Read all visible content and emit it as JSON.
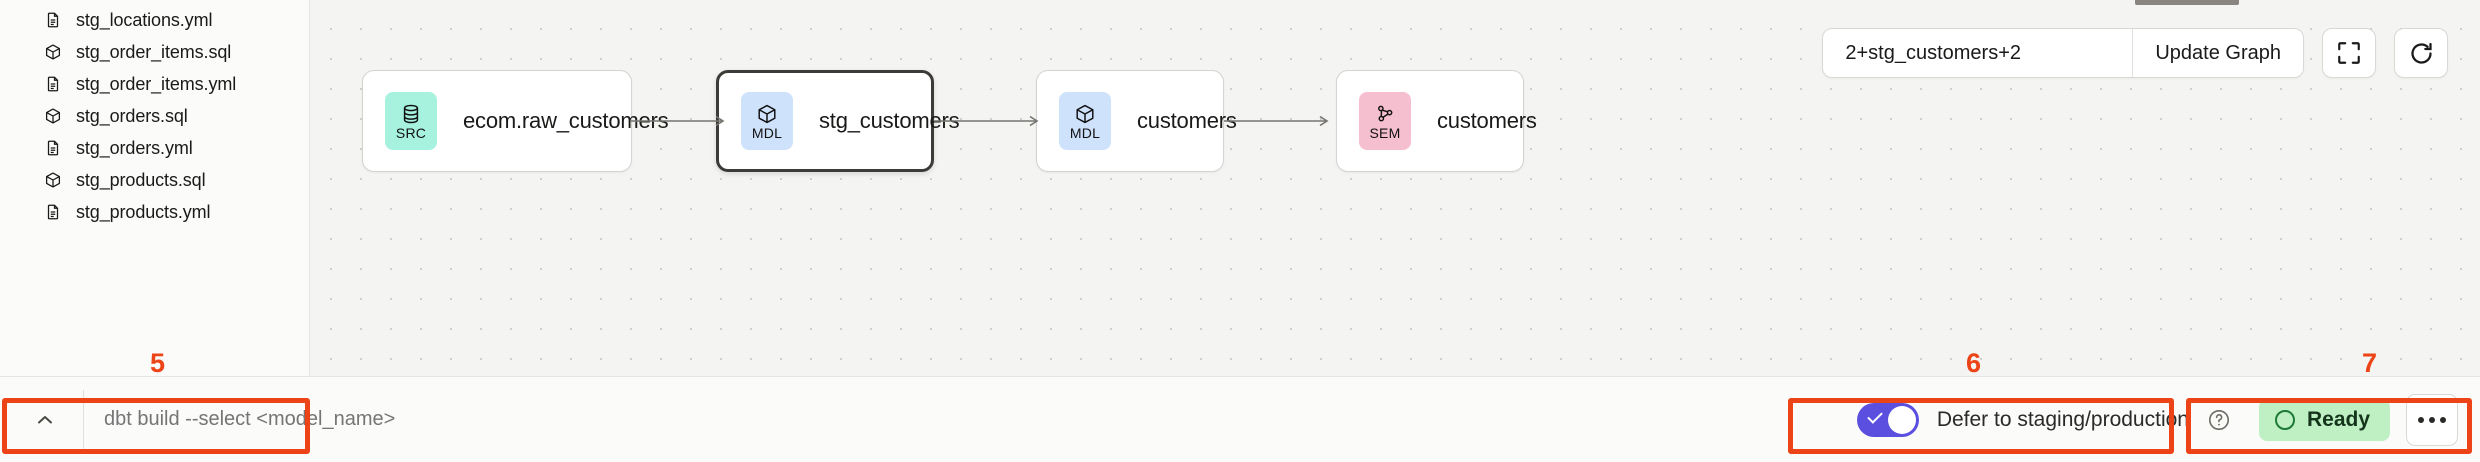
{
  "sidebar": {
    "files": [
      {
        "name": "stg_locations.yml",
        "icon": "file-yml-icon"
      },
      {
        "name": "stg_order_items.sql",
        "icon": "cube-sql-icon"
      },
      {
        "name": "stg_order_items.yml",
        "icon": "file-yml-icon"
      },
      {
        "name": "stg_orders.sql",
        "icon": "cube-sql-icon"
      },
      {
        "name": "stg_orders.yml",
        "icon": "file-yml-icon"
      },
      {
        "name": "stg_products.sql",
        "icon": "cube-sql-icon"
      },
      {
        "name": "stg_products.yml",
        "icon": "file-yml-icon"
      }
    ]
  },
  "graph_toolbar": {
    "selector_value": "2+stg_customers+2",
    "selector_placeholder": "2+stg_customers+2",
    "update_label": "Update Graph",
    "fit_icon": "fit-to-screen-icon",
    "refresh_icon": "refresh-icon"
  },
  "graph": {
    "nodes": [
      {
        "badge": "SRC",
        "badge_icon": "database-icon",
        "label": "ecom.raw_customers",
        "selected": false
      },
      {
        "badge": "MDL",
        "badge_icon": "cube-icon",
        "label": "stg_customers",
        "selected": true
      },
      {
        "badge": "MDL",
        "badge_icon": "cube-icon",
        "label": "customers",
        "selected": false
      },
      {
        "badge": "SEM",
        "badge_icon": "semantic-graph-icon",
        "label": "customers",
        "selected": false
      }
    ]
  },
  "command_bar": {
    "collapse_icon": "chevron-up-icon",
    "placeholder": "dbt build --select <model_name>",
    "value": ""
  },
  "status_bar": {
    "defer_label": "Defer to staging/production",
    "defer_enabled": true,
    "help_icon": "help-circle-icon",
    "status_text": "Ready",
    "status_icon": "circle-icon",
    "more_icon": "more-horizontal-icon"
  },
  "annotations": [
    {
      "id": "5",
      "label": "5"
    },
    {
      "id": "6",
      "label": "6"
    },
    {
      "id": "7",
      "label": "7"
    }
  ],
  "colors": {
    "annotation": "#ec4416",
    "toggle_on": "#5b4fe0",
    "status_bg": "#bff0c4",
    "badge_src": "#a6f2df",
    "badge_mdl": "#cfe2fb",
    "badge_sem": "#f6bfd0"
  }
}
